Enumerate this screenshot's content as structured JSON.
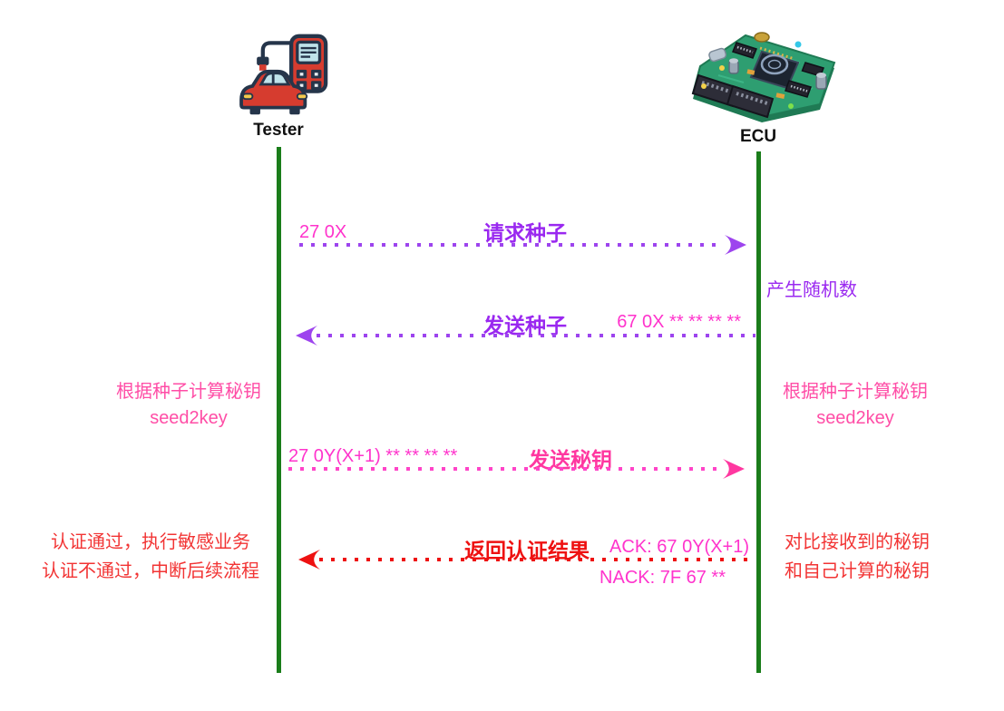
{
  "colors": {
    "purple": "#9a28f0",
    "purple_line": "#9d44ee",
    "magenta": "#ff33cc",
    "pink": "#ff37a0",
    "pink_line": "#ff44c8",
    "pink_soft": "#ff4da6",
    "red": "#ee1111",
    "red_soft": "#f23434",
    "green": "#1a7d1a",
    "ink": "#111111"
  },
  "actors": {
    "tester": {
      "label": "Tester",
      "icon": "car-with-diagnostic-scanner-icon"
    },
    "ecu": {
      "label": "ECU",
      "icon": "circuit-board-icon"
    }
  },
  "messages": {
    "request_seed": {
      "payload": "27 0X",
      "title": "请求种子",
      "direction": "tester-to-ecu"
    },
    "send_seed": {
      "title": "发送种子",
      "payload": "67 0X ** ** ** **",
      "direction": "ecu-to-tester"
    },
    "send_key": {
      "payload": "27 0Y(X+1) ** ** ** **",
      "title": "发送秘钥",
      "direction": "tester-to-ecu"
    },
    "auth_result": {
      "title": "返回认证结果",
      "ack": "ACK: 67 0Y(X+1)",
      "nack": "NACK: 7F 67 **",
      "direction": "ecu-to-tester"
    }
  },
  "notes": {
    "ecu_random": "产生随机数",
    "tester_seed2key": {
      "line1": "根据种子计算秘钥",
      "line2": "seed2key"
    },
    "ecu_seed2key": {
      "line1": "根据种子计算秘钥",
      "line2": "seed2key"
    },
    "tester_result": {
      "line1": "认证通过，执行敏感业务",
      "line2": "认证不通过，中断后续流程"
    },
    "ecu_compare": {
      "line1": "对比接收到的秘钥",
      "line2": "和自己计算的秘钥"
    }
  }
}
